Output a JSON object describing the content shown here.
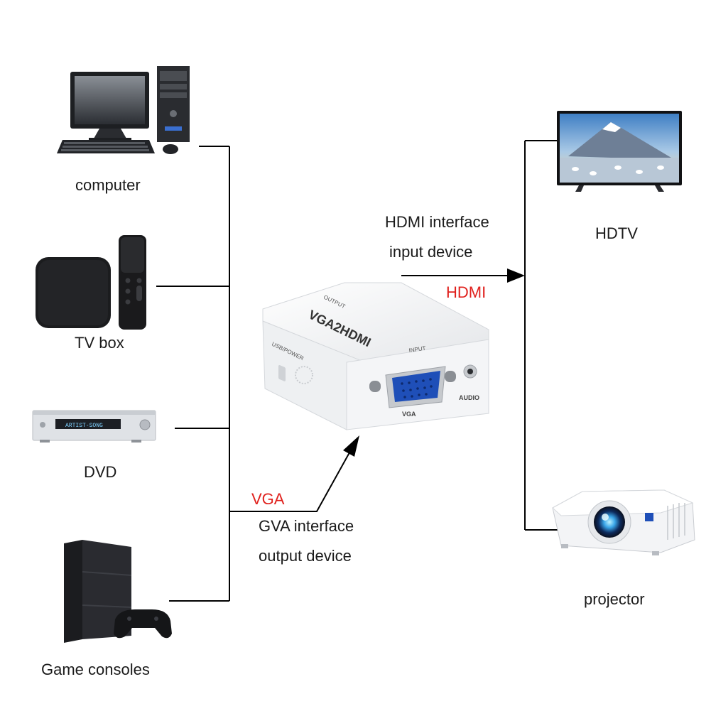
{
  "sources": [
    {
      "label": "computer",
      "icon": "desktop-computer-icon"
    },
    {
      "label": "TV box",
      "icon": "tv-box-icon"
    },
    {
      "label": "DVD",
      "icon": "dvd-player-icon"
    },
    {
      "label": "Game consoles",
      "icon": "game-console-icon"
    }
  ],
  "outputs": [
    {
      "label": "HDTV",
      "icon": "hdtv-icon"
    },
    {
      "label": "projector",
      "icon": "projector-icon"
    }
  ],
  "input_signal": {
    "label": "VGA",
    "line1": "GVA interface",
    "line2": "output device"
  },
  "output_signal": {
    "label": "HDMI",
    "line1": "HDMI interface",
    "line2": "input device"
  },
  "converter": {
    "model": "VGA2HDMI",
    "port_vga": "VGA",
    "port_audio": "AUDIO",
    "port_input": "INPUT",
    "port_output": "OUTPUT",
    "port_usb": "USB/POWER",
    "icon": "vga-to-hdmi-converter-icon"
  },
  "dvd_display": "ARTIST-SONG",
  "colors": {
    "accent": "#e0211d",
    "line": "#000000",
    "vga_blue": "#1f4fb8"
  }
}
